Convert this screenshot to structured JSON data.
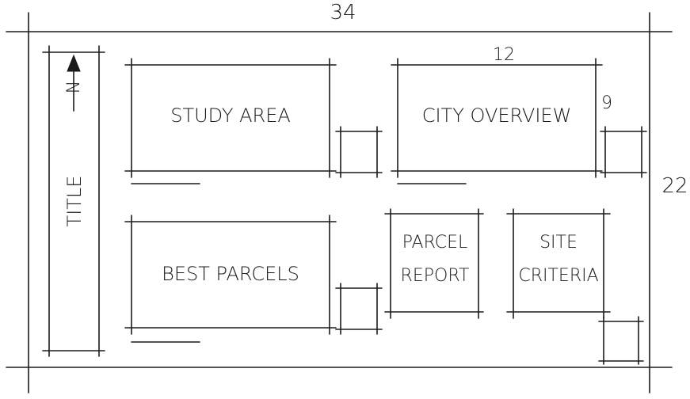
{
  "dimensions": {
    "width": "34",
    "height": "22",
    "map_width": "12",
    "map_height": "9"
  },
  "north_arrow": {
    "letter": "N"
  },
  "panels": {
    "title": "TITLE",
    "study_area": "STUDY AREA",
    "city_overview": "CITY OVERVIEW",
    "best_parcels": "BEST PARCELS",
    "parcel_report": [
      "PARCEL",
      "REPORT"
    ],
    "site_criteria": [
      "SITE",
      "CRITERIA"
    ]
  }
}
